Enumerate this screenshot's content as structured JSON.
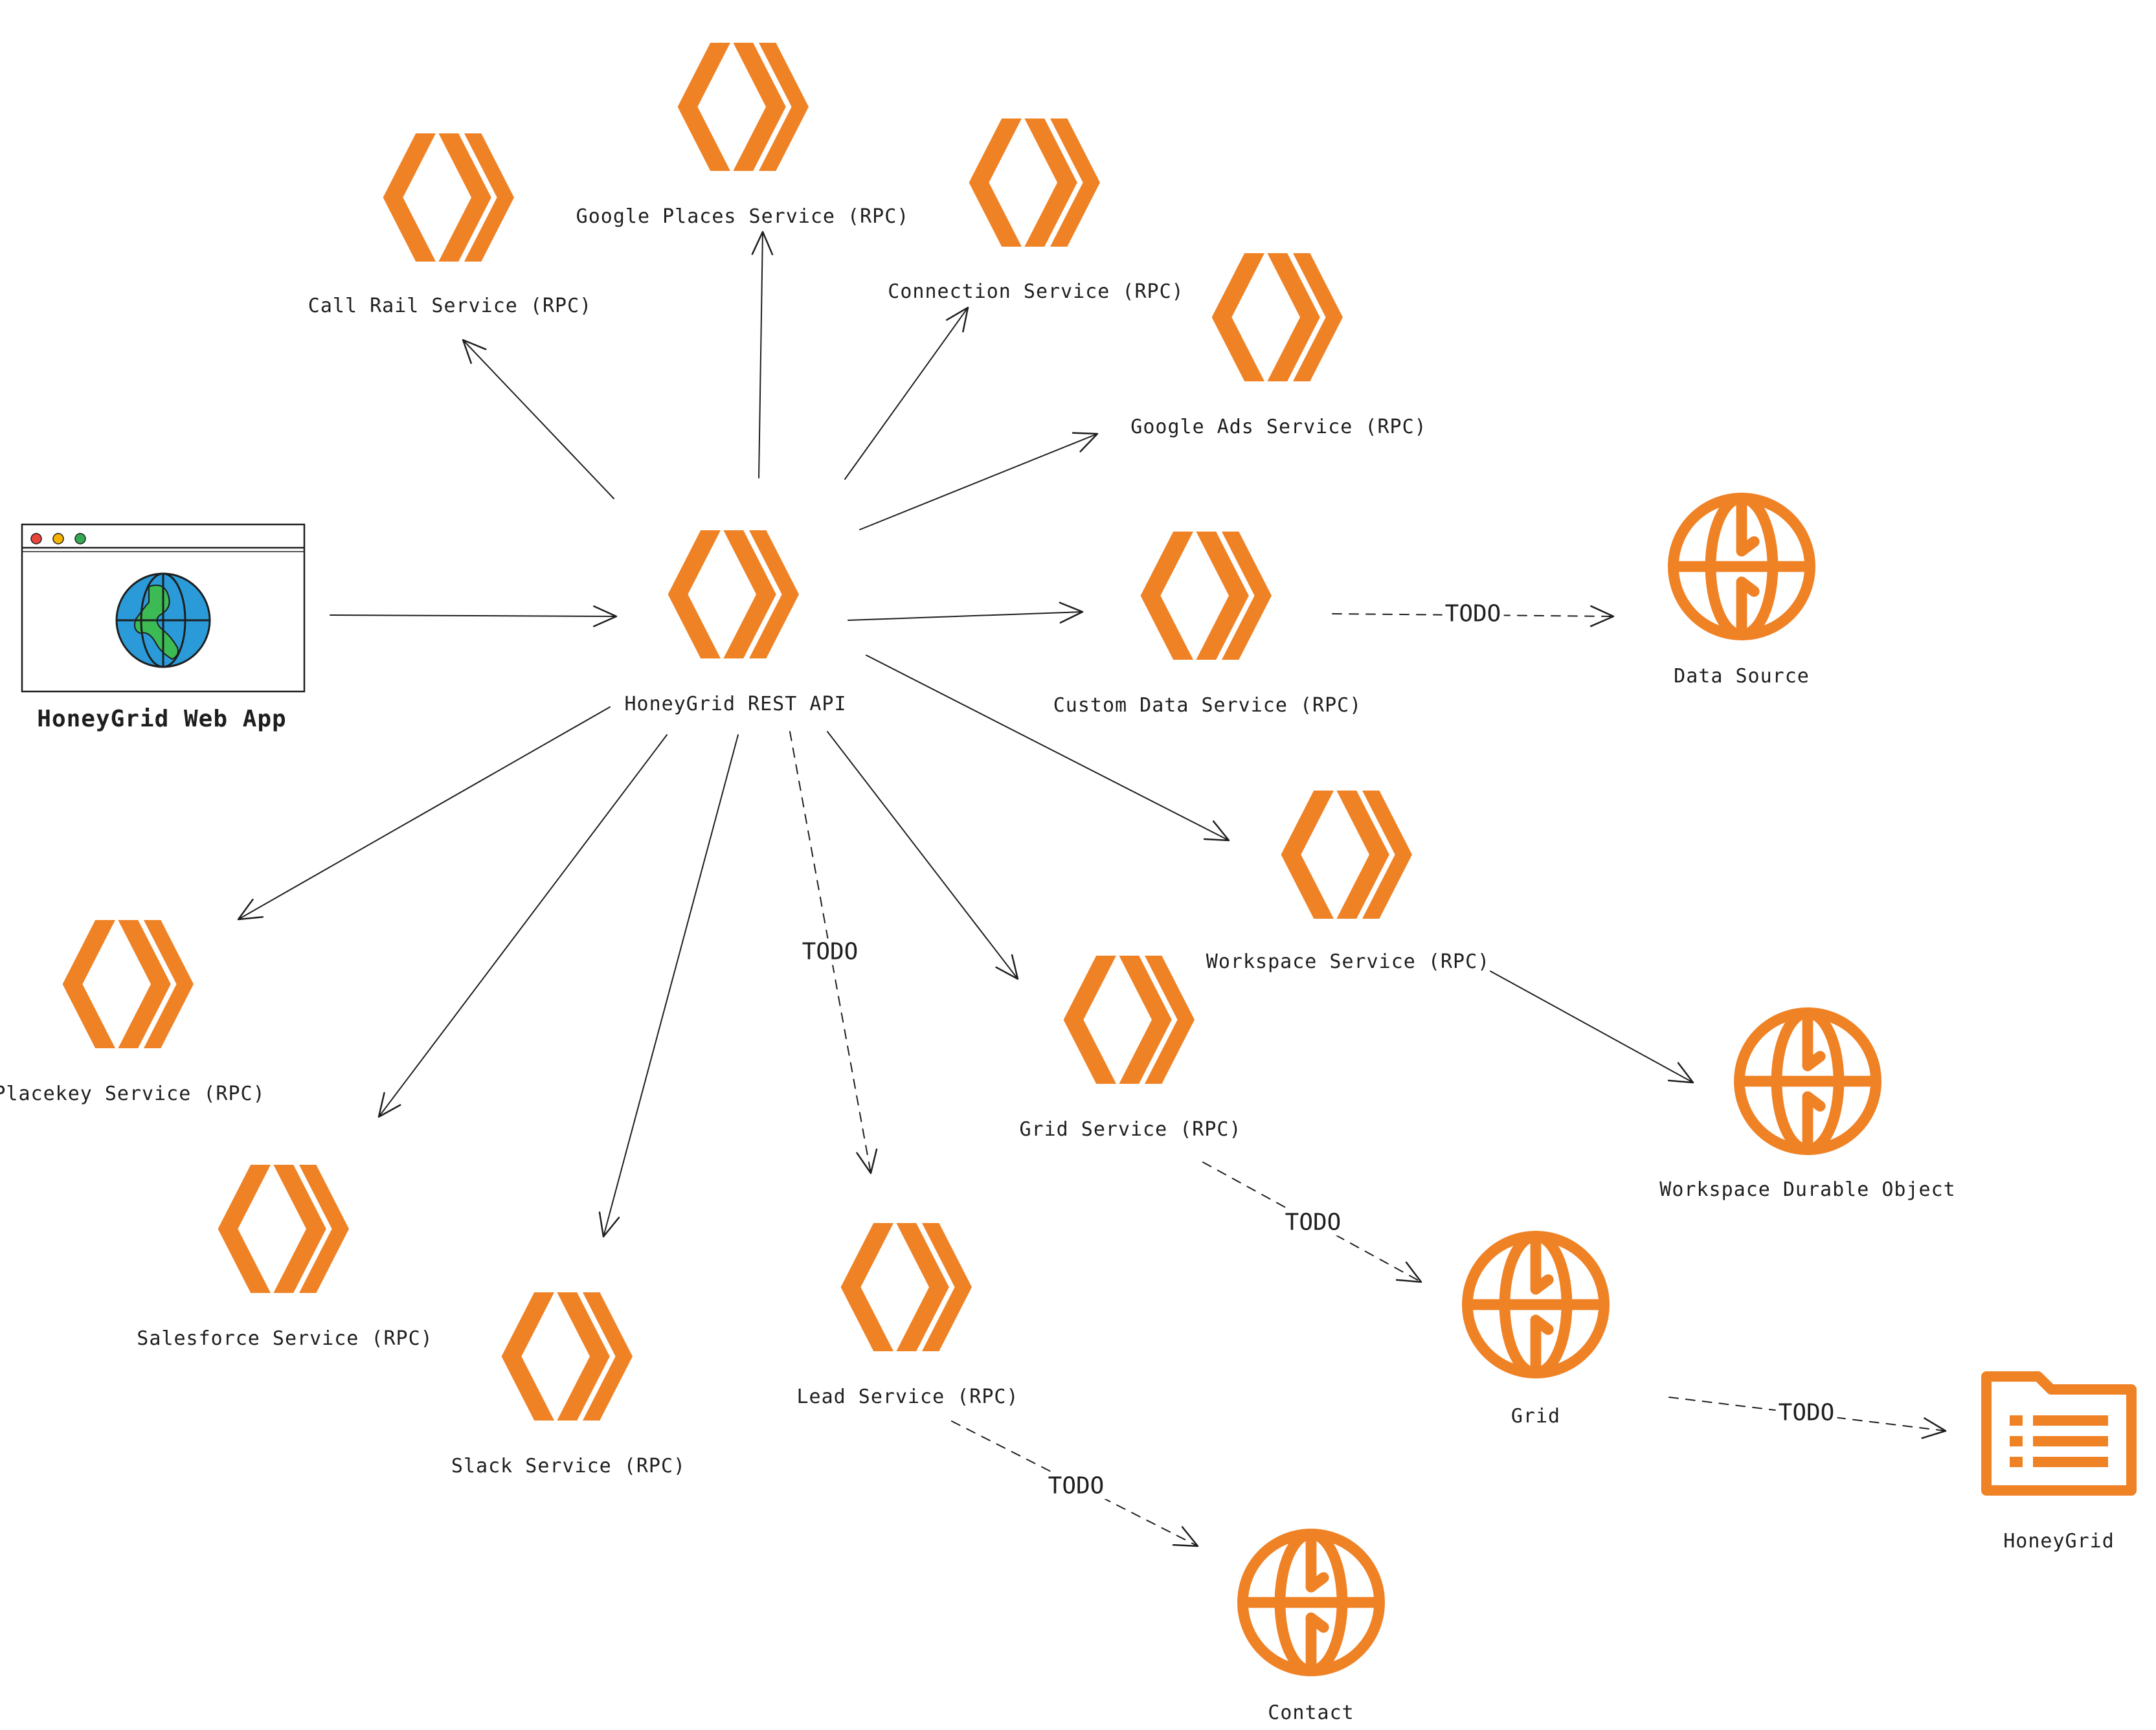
{
  "colors": {
    "accent": "#f08226",
    "ink": "#1e1e1e",
    "globe_blue": "#2a9bd8",
    "globe_green": "#3cba54",
    "dot_red": "#e8453c",
    "dot_yellow": "#f5b400",
    "dot_green": "#34a853"
  },
  "nodes": {
    "web_app": {
      "label": "HoneyGrid Web App",
      "icon": "browser-globe-icon"
    },
    "rest_api": {
      "label": "HoneyGrid REST API",
      "icon": "worker-chevron-icon"
    },
    "call_rail": {
      "label": "Call Rail Service (RPC)",
      "icon": "worker-chevron-icon"
    },
    "google_places": {
      "label": "Google Places Service (RPC)",
      "icon": "worker-chevron-icon"
    },
    "connection": {
      "label": "Connection Service (RPC)",
      "icon": "worker-chevron-icon"
    },
    "google_ads": {
      "label": "Google Ads Service (RPC)",
      "icon": "worker-chevron-icon"
    },
    "custom_data": {
      "label": "Custom Data Service (RPC)",
      "icon": "worker-chevron-icon"
    },
    "data_source": {
      "label": "Data Source",
      "icon": "globe-icon"
    },
    "workspace": {
      "label": "Workspace Service (RPC)",
      "icon": "worker-chevron-icon"
    },
    "workspace_do": {
      "label": "Workspace Durable Object",
      "icon": "globe-icon"
    },
    "grid_service": {
      "label": "Grid Service (RPC)",
      "icon": "worker-chevron-icon"
    },
    "grid": {
      "label": "Grid",
      "icon": "globe-icon"
    },
    "honeygrid_db": {
      "label": "HoneyGrid",
      "icon": "database-folder-icon"
    },
    "placekey": {
      "label": "Placekey Service (RPC)",
      "icon": "worker-chevron-icon"
    },
    "salesforce": {
      "label": "Salesforce Service (RPC)",
      "icon": "worker-chevron-icon"
    },
    "slack": {
      "label": "Slack Service (RPC)",
      "icon": "worker-chevron-icon"
    },
    "lead": {
      "label": "Lead Service (RPC)",
      "icon": "worker-chevron-icon"
    },
    "contact": {
      "label": "Contact",
      "icon": "globe-icon"
    }
  },
  "edges": [
    {
      "from": "web_app",
      "to": "rest_api",
      "style": "solid"
    },
    {
      "from": "rest_api",
      "to": "call_rail",
      "style": "solid"
    },
    {
      "from": "rest_api",
      "to": "google_places",
      "style": "solid"
    },
    {
      "from": "rest_api",
      "to": "connection",
      "style": "solid"
    },
    {
      "from": "rest_api",
      "to": "google_ads",
      "style": "solid"
    },
    {
      "from": "rest_api",
      "to": "custom_data",
      "style": "solid"
    },
    {
      "from": "rest_api",
      "to": "workspace",
      "style": "solid"
    },
    {
      "from": "rest_api",
      "to": "grid_service",
      "style": "solid"
    },
    {
      "from": "rest_api",
      "to": "lead",
      "style": "dashed",
      "label": "TODO"
    },
    {
      "from": "rest_api",
      "to": "slack",
      "style": "solid"
    },
    {
      "from": "rest_api",
      "to": "salesforce",
      "style": "solid"
    },
    {
      "from": "rest_api",
      "to": "placekey",
      "style": "solid"
    },
    {
      "from": "custom_data",
      "to": "data_source",
      "style": "dashed",
      "label": "TODO"
    },
    {
      "from": "workspace",
      "to": "workspace_do",
      "style": "solid"
    },
    {
      "from": "grid_service",
      "to": "grid",
      "style": "dashed",
      "label": "TODO"
    },
    {
      "from": "grid",
      "to": "honeygrid_db",
      "style": "dashed",
      "label": "TODO"
    },
    {
      "from": "lead",
      "to": "contact",
      "style": "dashed",
      "label": "TODO"
    }
  ]
}
